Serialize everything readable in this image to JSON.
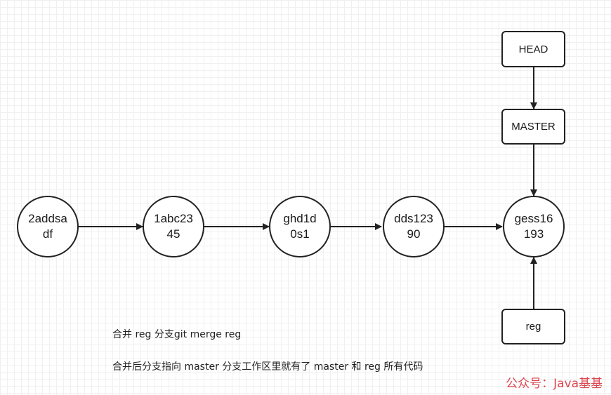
{
  "commits": [
    {
      "id": "c1",
      "lines": [
        "2addsa",
        "df"
      ]
    },
    {
      "id": "c2",
      "lines": [
        "1abc23",
        "45"
      ]
    },
    {
      "id": "c3",
      "lines": [
        "ghd1d",
        "0s1"
      ]
    },
    {
      "id": "c4",
      "lines": [
        "dds123",
        "90"
      ]
    },
    {
      "id": "c5",
      "lines": [
        "gess16",
        "193"
      ]
    }
  ],
  "refs": {
    "head": "HEAD",
    "master": "MASTER",
    "reg": "reg"
  },
  "notes": {
    "line1": "合并 reg 分支git merge reg",
    "line2": "合并后分支指向 master 分支工作区里就有了 master 和 reg 所有代码"
  },
  "watermark": "公众号：Java基基",
  "colors": {
    "stroke": "#222222",
    "watermark": "#d9333f"
  }
}
